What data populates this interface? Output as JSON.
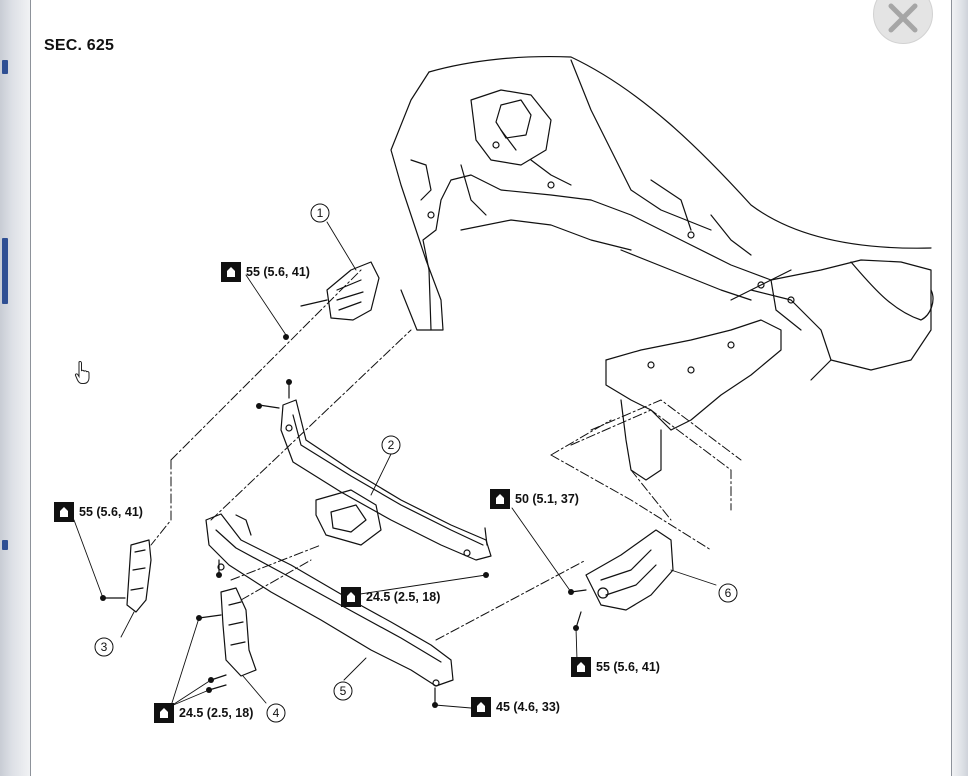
{
  "section_title": "SEC. 625",
  "callouts": [
    {
      "id": "1",
      "label": "1"
    },
    {
      "id": "2",
      "label": "2"
    },
    {
      "id": "3",
      "label": "3"
    },
    {
      "id": "4",
      "label": "4"
    },
    {
      "id": "5",
      "label": "5"
    },
    {
      "id": "6",
      "label": "6"
    }
  ],
  "torque_specs": [
    {
      "label": "55 (5.6, 41)"
    },
    {
      "label": "55 (5.6, 41)"
    },
    {
      "label": "24.5 (2.5, 18)"
    },
    {
      "label": "24.5 (2.5, 18)"
    },
    {
      "label": "50 (5.1, 37)"
    },
    {
      "label": "55 (5.6, 41)"
    },
    {
      "label": "45 (4.6, 33)"
    }
  ],
  "icons": {
    "close": "close-icon",
    "cursor": "hand-pointer-icon",
    "torque": "torque-wrench-icon"
  },
  "colors": {
    "line": "#111111",
    "close_bg": "#e4e4e4",
    "close_x": "#a6a6a6"
  }
}
